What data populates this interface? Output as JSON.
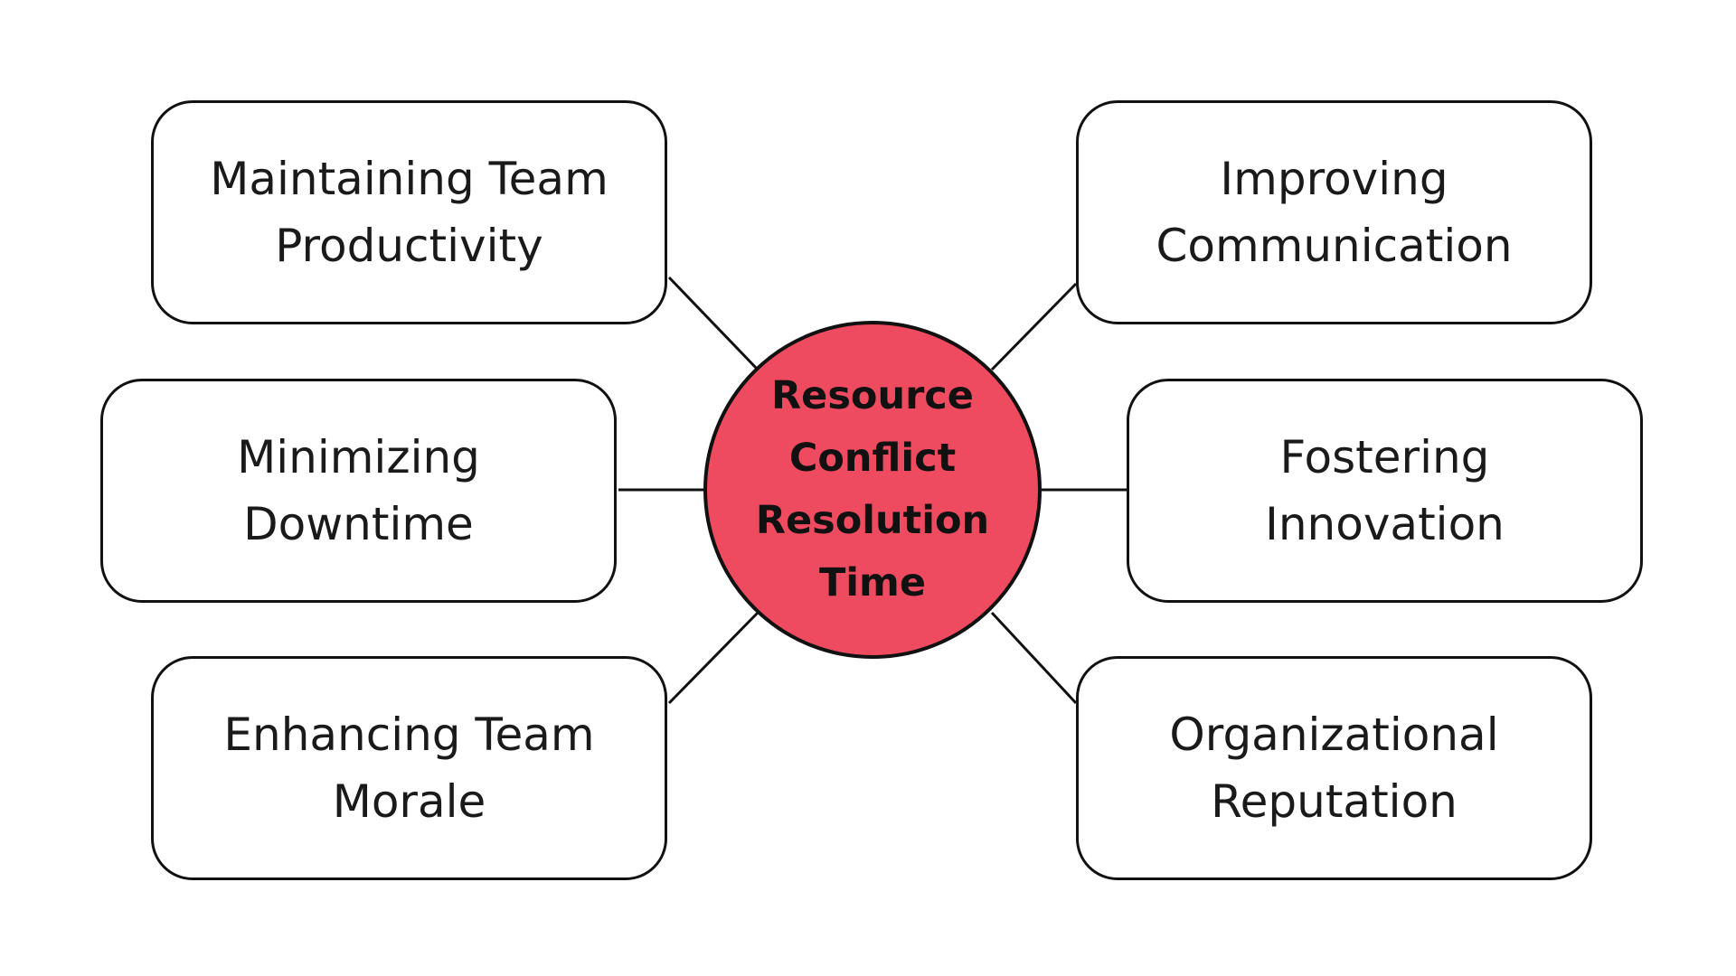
{
  "center": {
    "label": "Resource\nConflict\nResolution\nTime",
    "fill_color": "#ee4a60"
  },
  "nodes": {
    "top_left": {
      "label": "Maintaining Team\nProductivity"
    },
    "middle_left": {
      "label": "Minimizing\nDowntime"
    },
    "bottom_left": {
      "label": "Enhancing Team\nMorale"
    },
    "top_right": {
      "label": "Improving\nCommunication"
    },
    "middle_right": {
      "label": "Fostering\nInnovation"
    },
    "bottom_right": {
      "label": "Organizational\nReputation"
    }
  },
  "colors": {
    "stroke": "#111111",
    "background": "#ffffff"
  }
}
